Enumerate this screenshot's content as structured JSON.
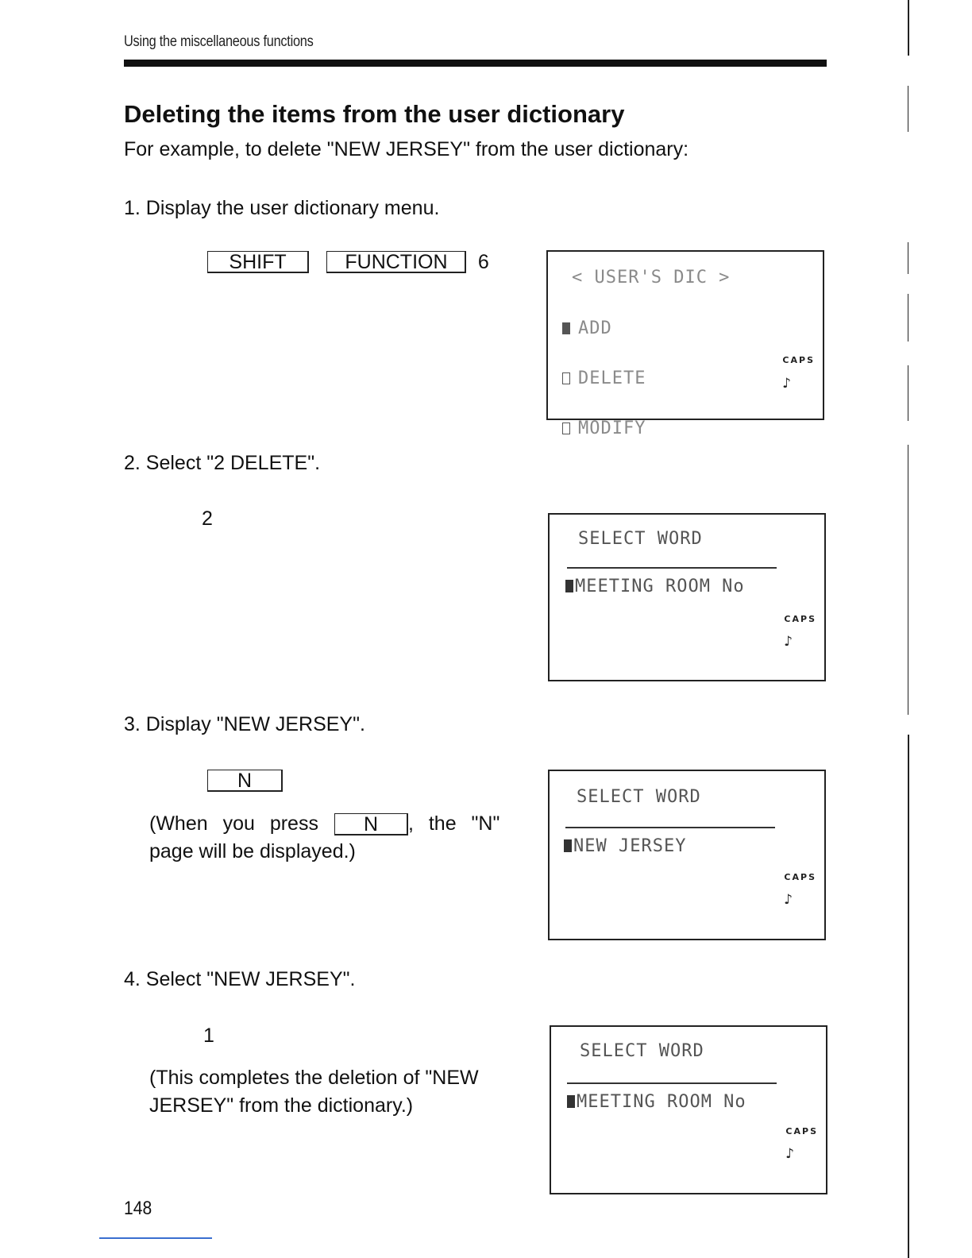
{
  "header": {
    "running_title": "Using the miscellaneous functions"
  },
  "title": "Deleting the items from the user dictionary",
  "intro": "For example, to delete \"NEW JERSEY\" from the user dictionary:",
  "steps": [
    {
      "text": "1. Display the user dictionary menu.",
      "keys": [
        "SHIFT",
        "FUNCTION"
      ],
      "plain_key": "6",
      "screen": {
        "title": "< USER'S DIC >",
        "items": [
          "ADD",
          "DELETE",
          "MODIFY"
        ],
        "caps": "CAPS",
        "icon": "music-note-icon"
      }
    },
    {
      "text": "2. Select \"2 DELETE\".",
      "plain_key": "2",
      "screen": {
        "title": "SELECT WORD",
        "entry": "MEETING ROOM No",
        "caps": "CAPS",
        "icon": "music-note-icon"
      }
    },
    {
      "text": "3. Display \"NEW JERSEY\".",
      "key": "N",
      "note_before": "(When you press",
      "note_key": "N",
      "note_after": ", the \"N\"",
      "note_line2": "page will be displayed.)",
      "screen": {
        "title": "SELECT WORD",
        "entry": "NEW JERSEY",
        "caps": "CAPS",
        "icon": "music-note-icon"
      }
    },
    {
      "text": "4. Select \"NEW JERSEY\".",
      "plain_key": "1",
      "note_line1": "(This completes the deletion of \"NEW",
      "note_line2": "JERSEY\" from  the dictionary.)",
      "screen": {
        "title": "SELECT WORD",
        "entry": "MEETING ROOM No",
        "caps": "CAPS",
        "icon": "music-note-icon"
      }
    }
  ],
  "page_number": "148"
}
